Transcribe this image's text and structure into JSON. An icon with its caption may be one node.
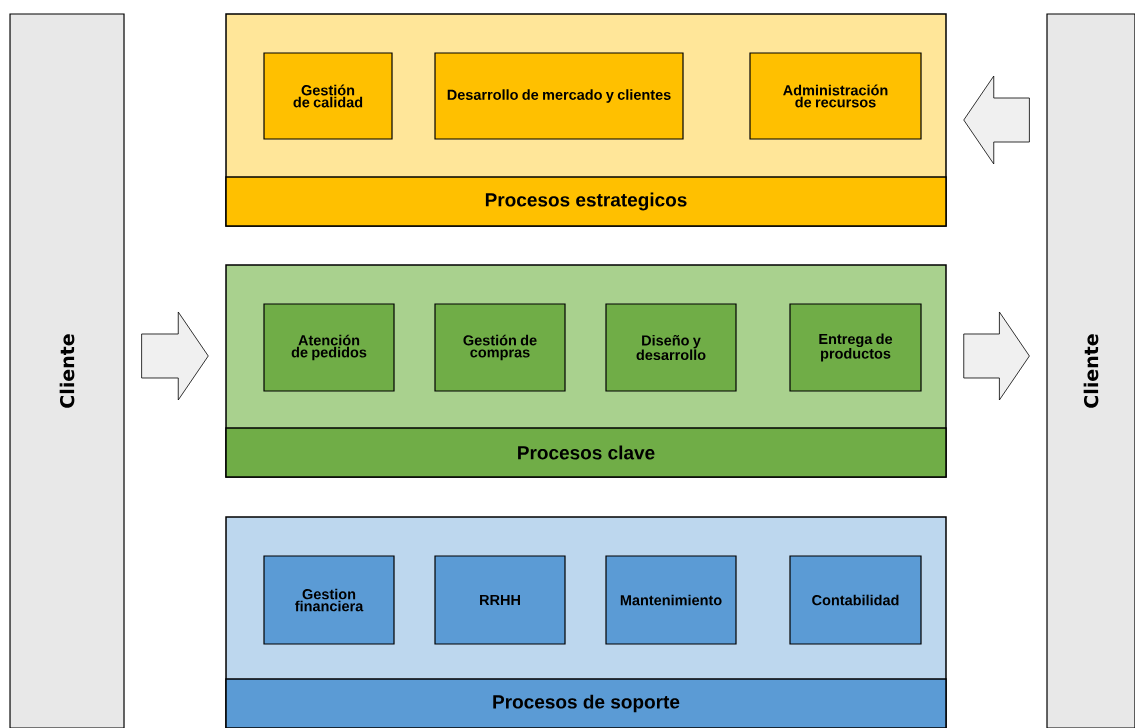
{
  "diagram": {
    "nodes": [
      {
        "text": [
          "Cliente"
        ]
      },
      {
        "text": [
          "Procesos estrategicos"
        ]
      },
      {
        "text": [
          "Gestión de calidad"
        ],
        "in": 1
      },
      {
        "text": [
          "Desarrollo de mercado y clientes"
        ],
        "in": 1
      },
      {
        "text": [
          "Administración de recursos"
        ],
        "in": 1
      },
      {
        "text": [
          "Procesos clave"
        ]
      },
      {
        "text": [
          "Atención de pedidos"
        ],
        "in": 5
      },
      {
        "text": [
          "Gestión de compras"
        ],
        "in": 5
      },
      {
        "text": [
          "Diseño y desarrollo"
        ],
        "in": 5
      },
      {
        "text": [
          "Entrega de productos"
        ],
        "in": 5
      },
      {
        "text": [
          "Procesos de soporte"
        ]
      },
      {
        "text": [
          "Gestion financiera"
        ],
        "in": 10
      },
      {
        "text": [
          "RRHH"
        ],
        "in": 10
      },
      {
        "text": [
          "Mantenimiento"
        ],
        "in": 10
      },
      {
        "text": [
          "Contabilidad"
        ],
        "in": 10
      },
      {
        "text": [
          "Cliente"
        ]
      }
    ],
    "edges": [
      {
        "from": 0,
        "to": 5,
        "arrow": "to"
      },
      {
        "from": 5,
        "to": 15,
        "arrow": "to"
      },
      {
        "from": 15,
        "to": 1,
        "arrow": "to"
      }
    ]
  }
}
